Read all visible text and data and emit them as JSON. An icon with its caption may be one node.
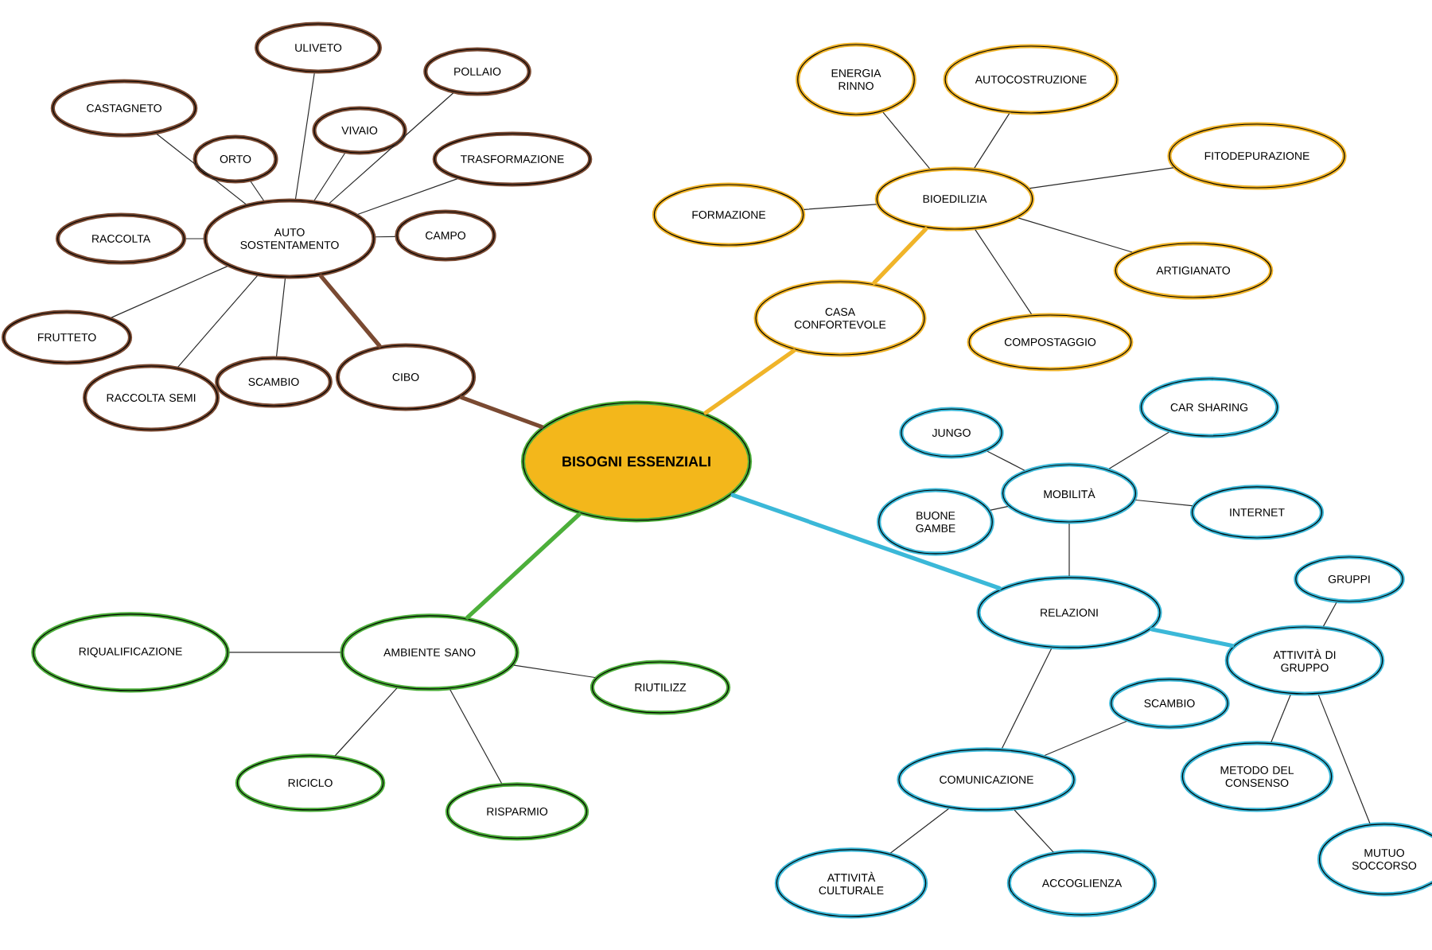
{
  "diagram": {
    "nodes": [
      {
        "text": [
          "BISOGNI ESSENZIALI"
        ]
      },
      {
        "text": [
          "CIBO"
        ]
      },
      {
        "text": [
          "AUTO SOSTENTAMENTO"
        ]
      },
      {
        "text": [
          "CASTAGNETO"
        ]
      },
      {
        "text": [
          "ORTO"
        ]
      },
      {
        "text": [
          "ULIVETO"
        ]
      },
      {
        "text": [
          "VIVAIO"
        ]
      },
      {
        "text": [
          "POLLAIO"
        ]
      },
      {
        "text": [
          "TRASFORMAZIONE"
        ]
      },
      {
        "text": [
          "CAMPO"
        ]
      },
      {
        "text": [
          "RACCOLTA"
        ]
      },
      {
        "text": [
          "FRUTTETO"
        ]
      },
      {
        "text": [
          "RACCOLTA SEMI"
        ]
      },
      {
        "text": [
          "SCAMBIO"
        ]
      },
      {
        "text": [
          "CASA CONFORTEVOLE"
        ]
      },
      {
        "text": [
          "BIOEDILIZIA"
        ]
      },
      {
        "text": [
          "FORMAZIONE"
        ]
      },
      {
        "text": [
          "ENERGIA RINNO"
        ]
      },
      {
        "text": [
          "AUTOCOSTRUZIONE"
        ]
      },
      {
        "text": [
          "FITODEPURAZIONE"
        ]
      },
      {
        "text": [
          "ARTIGIANATO"
        ]
      },
      {
        "text": [
          "COMPOSTAGGIO"
        ]
      },
      {
        "text": [
          "RELAZIONI"
        ]
      },
      {
        "text": [
          "MOBILITÀ"
        ]
      },
      {
        "text": [
          "JUNGO"
        ]
      },
      {
        "text": [
          "BUONE GAMBE"
        ]
      },
      {
        "text": [
          "CAR SHARING"
        ]
      },
      {
        "text": [
          "INTERNET"
        ]
      },
      {
        "text": [
          "ATTIVITÀ DI GRUPPO"
        ]
      },
      {
        "text": [
          "GRUPPI"
        ]
      },
      {
        "text": [
          "METODO DEL CONSENSO"
        ]
      },
      {
        "text": [
          "MUTUO SOCCORSO"
        ]
      },
      {
        "text": [
          "COMUNICAZIONE"
        ]
      },
      {
        "text": [
          "SCAMBIO"
        ]
      },
      {
        "text": [
          "ATTIVITÀ CULTURALE"
        ]
      },
      {
        "text": [
          "ACCOGLIENZA"
        ]
      },
      {
        "text": [
          "AMBIENTE SANO"
        ]
      },
      {
        "text": [
          "RIQUALIFICAZIONE"
        ]
      },
      {
        "text": [
          "RIUTILIZZ"
        ]
      },
      {
        "text": [
          "RICICLO"
        ]
      },
      {
        "text": [
          "RISPARMIO"
        ]
      }
    ],
    "edges": [
      {
        "from": 0,
        "to": 1,
        "arrow": "none",
        "style": "thick",
        "color": "#7a4a32"
      },
      {
        "from": 1,
        "to": 2,
        "arrow": "none",
        "style": "thick",
        "color": "#7a4a32"
      },
      {
        "from": 2,
        "to": 3,
        "arrow": "none"
      },
      {
        "from": 2,
        "to": 4,
        "arrow": "none"
      },
      {
        "from": 2,
        "to": 5,
        "arrow": "none"
      },
      {
        "from": 2,
        "to": 6,
        "arrow": "none"
      },
      {
        "from": 2,
        "to": 7,
        "arrow": "none"
      },
      {
        "from": 2,
        "to": 8,
        "arrow": "none"
      },
      {
        "from": 2,
        "to": 9,
        "arrow": "none"
      },
      {
        "from": 2,
        "to": 10,
        "arrow": "none"
      },
      {
        "from": 2,
        "to": 11,
        "arrow": "none"
      },
      {
        "from": 2,
        "to": 12,
        "arrow": "none"
      },
      {
        "from": 2,
        "to": 13,
        "arrow": "none"
      },
      {
        "from": 0,
        "to": 14,
        "arrow": "none",
        "style": "thick",
        "color": "#f0b429"
      },
      {
        "from": 14,
        "to": 15,
        "arrow": "none",
        "style": "thick",
        "color": "#f0b429"
      },
      {
        "from": 15,
        "to": 16,
        "arrow": "none"
      },
      {
        "from": 15,
        "to": 17,
        "arrow": "none"
      },
      {
        "from": 15,
        "to": 18,
        "arrow": "none"
      },
      {
        "from": 15,
        "to": 19,
        "arrow": "none"
      },
      {
        "from": 15,
        "to": 20,
        "arrow": "none"
      },
      {
        "from": 15,
        "to": 21,
        "arrow": "none"
      },
      {
        "from": 0,
        "to": 22,
        "arrow": "none",
        "style": "thick",
        "color": "#3bb8d8"
      },
      {
        "from": 22,
        "to": 23,
        "arrow": "none"
      },
      {
        "from": 23,
        "to": 24,
        "arrow": "none"
      },
      {
        "from": 23,
        "to": 25,
        "arrow": "none"
      },
      {
        "from": 23,
        "to": 26,
        "arrow": "none"
      },
      {
        "from": 23,
        "to": 27,
        "arrow": "none"
      },
      {
        "from": 22,
        "to": 28,
        "arrow": "none",
        "style": "thick",
        "color": "#3bb8d8"
      },
      {
        "from": 28,
        "to": 29,
        "arrow": "none"
      },
      {
        "from": 28,
        "to": 30,
        "arrow": "none"
      },
      {
        "from": 28,
        "to": 31,
        "arrow": "none"
      },
      {
        "from": 22,
        "to": 32,
        "arrow": "none"
      },
      {
        "from": 32,
        "to": 33,
        "arrow": "none"
      },
      {
        "from": 32,
        "to": 34,
        "arrow": "none"
      },
      {
        "from": 32,
        "to": 35,
        "arrow": "none"
      },
      {
        "from": 0,
        "to": 36,
        "arrow": "none",
        "style": "thick",
        "color": "#4caf3a"
      },
      {
        "from": 36,
        "to": 37,
        "arrow": "none"
      },
      {
        "from": 36,
        "to": 38,
        "arrow": "none"
      },
      {
        "from": 36,
        "to": 39,
        "arrow": "none"
      },
      {
        "from": 36,
        "to": 40,
        "arrow": "none"
      }
    ]
  }
}
